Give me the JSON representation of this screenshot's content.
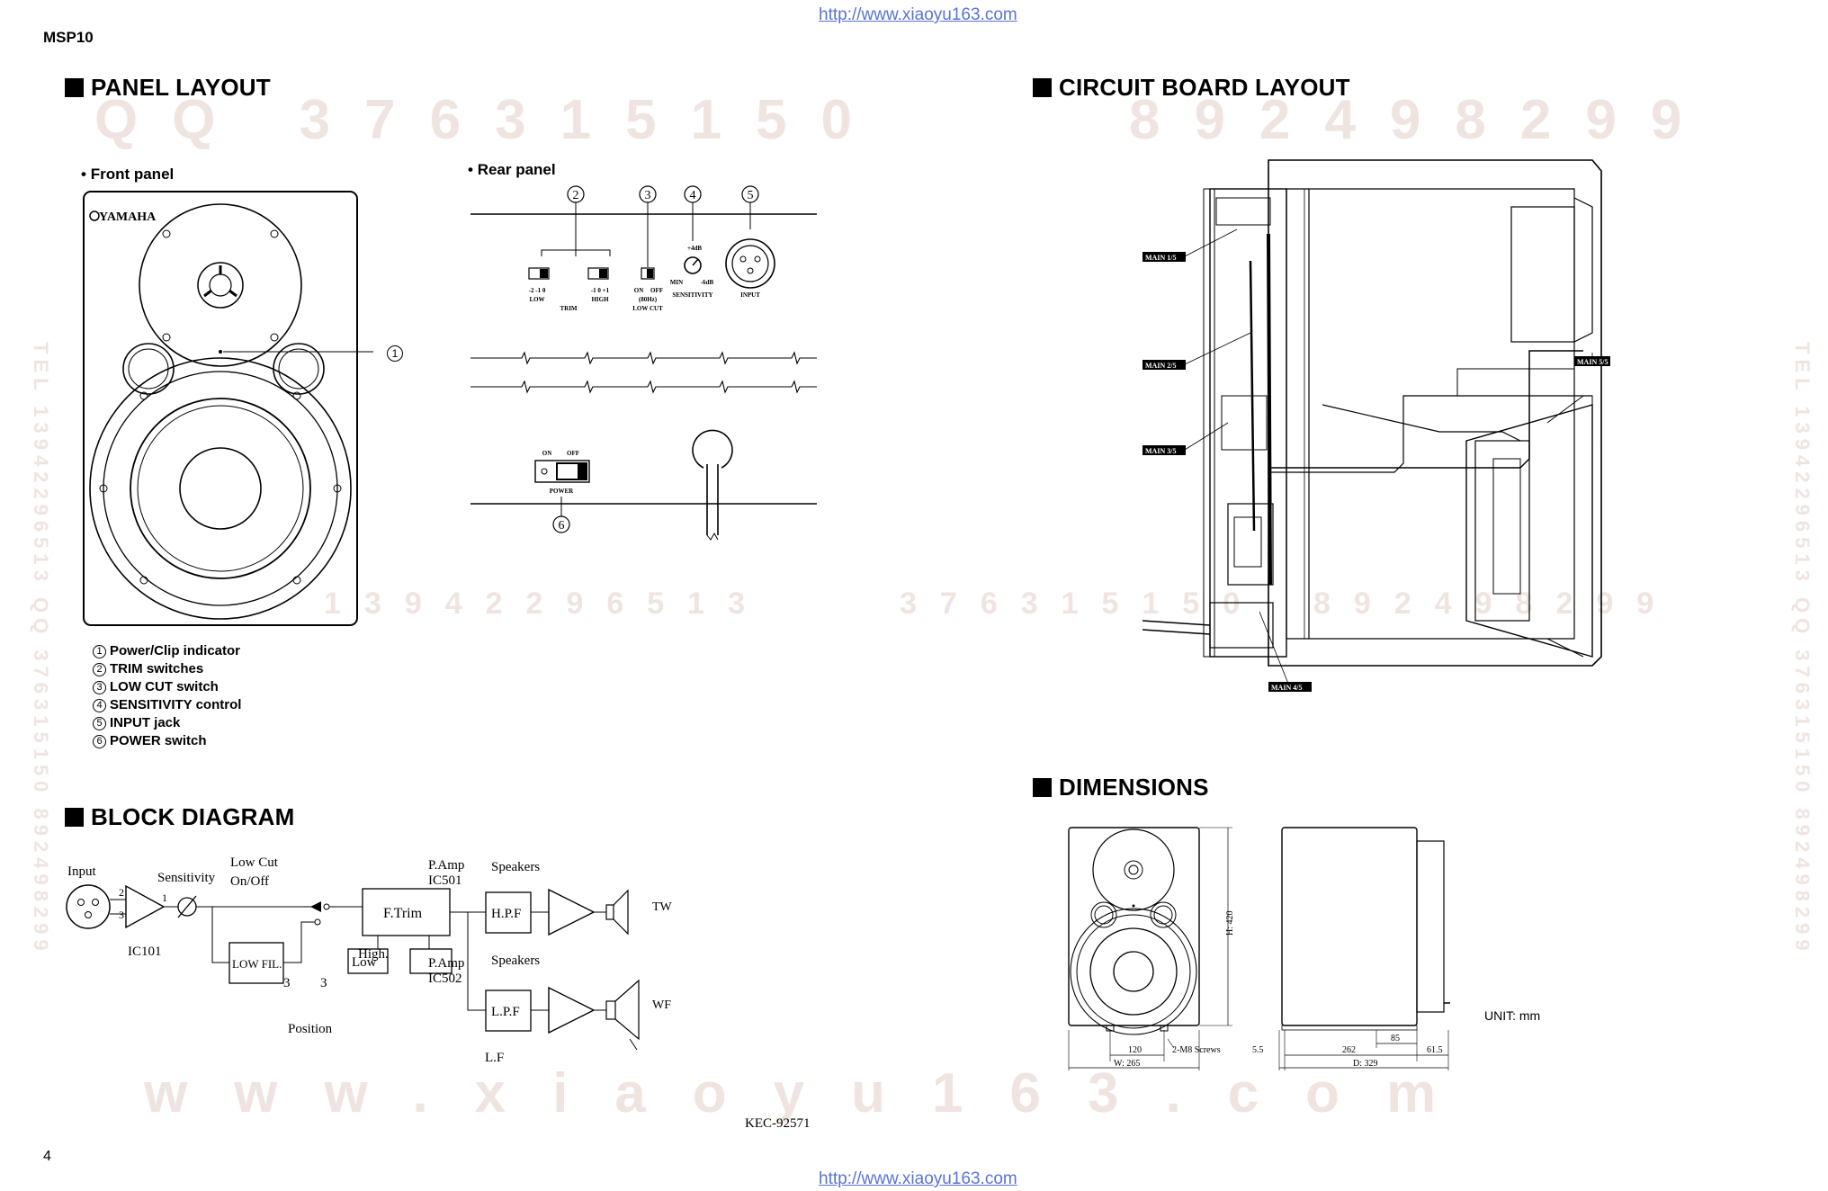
{
  "header": {
    "url_top": "http://www.xiaoyu163.com",
    "model": "MSP10"
  },
  "footer": {
    "url_bottom": "http://www.xiaoyu163.com",
    "page_number": "4",
    "doc_code": "KEC-92571"
  },
  "watermarks": {
    "qq_left": "QQ 376315150",
    "qq_right": "892498299",
    "phone_mid": "13942296513",
    "qq_mid": "376315150",
    "qq_mid_right": "892498299",
    "www": "www.xiaoyu163.com",
    "side_vertical": "TEL 13942296513 QQ 376315150 892498299"
  },
  "panel_layout": {
    "title": "PANEL LAYOUT",
    "front_panel_label": "Front panel",
    "rear_panel_label": "Rear panel",
    "brand": "YAMAHA",
    "legend": [
      {
        "num": "1",
        "text": "Power/Clip indicator"
      },
      {
        "num": "2",
        "text": "TRIM switches"
      },
      {
        "num": "3",
        "text": "LOW CUT switch"
      },
      {
        "num": "4",
        "text": "SENSITIVITY control"
      },
      {
        "num": "5",
        "text": "INPUT jack"
      },
      {
        "num": "6",
        "text": "POWER switch"
      }
    ],
    "rear": {
      "trim_low_scale": "-2  -1  0",
      "trim_low": "LOW",
      "trim_high_scale": "-1  0  +1",
      "trim_high": "HIGH",
      "trim": "TRIM",
      "lowcut_on": "ON",
      "lowcut_off": "OFF",
      "lowcut_freq": "(80Hz)",
      "lowcut": "LOW CUT",
      "sens_max": "+4dB",
      "sens_min": "MIN",
      "sens_low": "-6dB",
      "sensitivity": "SENSITIVITY",
      "input": "INPUT",
      "power_on": "ON",
      "power_off": "OFF",
      "power": "POWER"
    }
  },
  "circuit_board_layout": {
    "title": "CIRCUIT BOARD LAYOUT",
    "labels": [
      "MAIN 1/5",
      "MAIN 2/5",
      "MAIN 3/5",
      "MAIN 4/5",
      "MAIN 5/5"
    ]
  },
  "block_diagram": {
    "title": "BLOCK DIAGRAM",
    "input": "Input",
    "pin2": "2",
    "pin3": "3",
    "sensitivity": "Sensitivity",
    "pin1": "1",
    "ic101": "IC101",
    "low_fil": "LOW FIL.",
    "low_cut": "Low Cut",
    "on_off": "On/Off",
    "ftrim": "F.Trim",
    "low": "Low",
    "high": "High.",
    "low_pos": "3",
    "high_pos": "3",
    "position": "Position",
    "hpf": "H.P.F",
    "lpf": "L.P.F",
    "pamp1": "P.Amp",
    "ic501": "IC501",
    "pamp2": "P.Amp",
    "ic502": "IC502",
    "speakers1": "Speakers",
    "speakers2": "Speakers",
    "tw": "TW",
    "wf": "WF",
    "lf": "L.F"
  },
  "dimensions": {
    "title": "DIMENSIONS",
    "height": "H: 420",
    "w120": "120",
    "width": "W: 265",
    "screws": "2-M8 Screws",
    "d55": "5.5",
    "d262": "262",
    "d85": "85",
    "d615": "61.5",
    "depth": "D: 329",
    "unit": "UNIT: mm"
  }
}
